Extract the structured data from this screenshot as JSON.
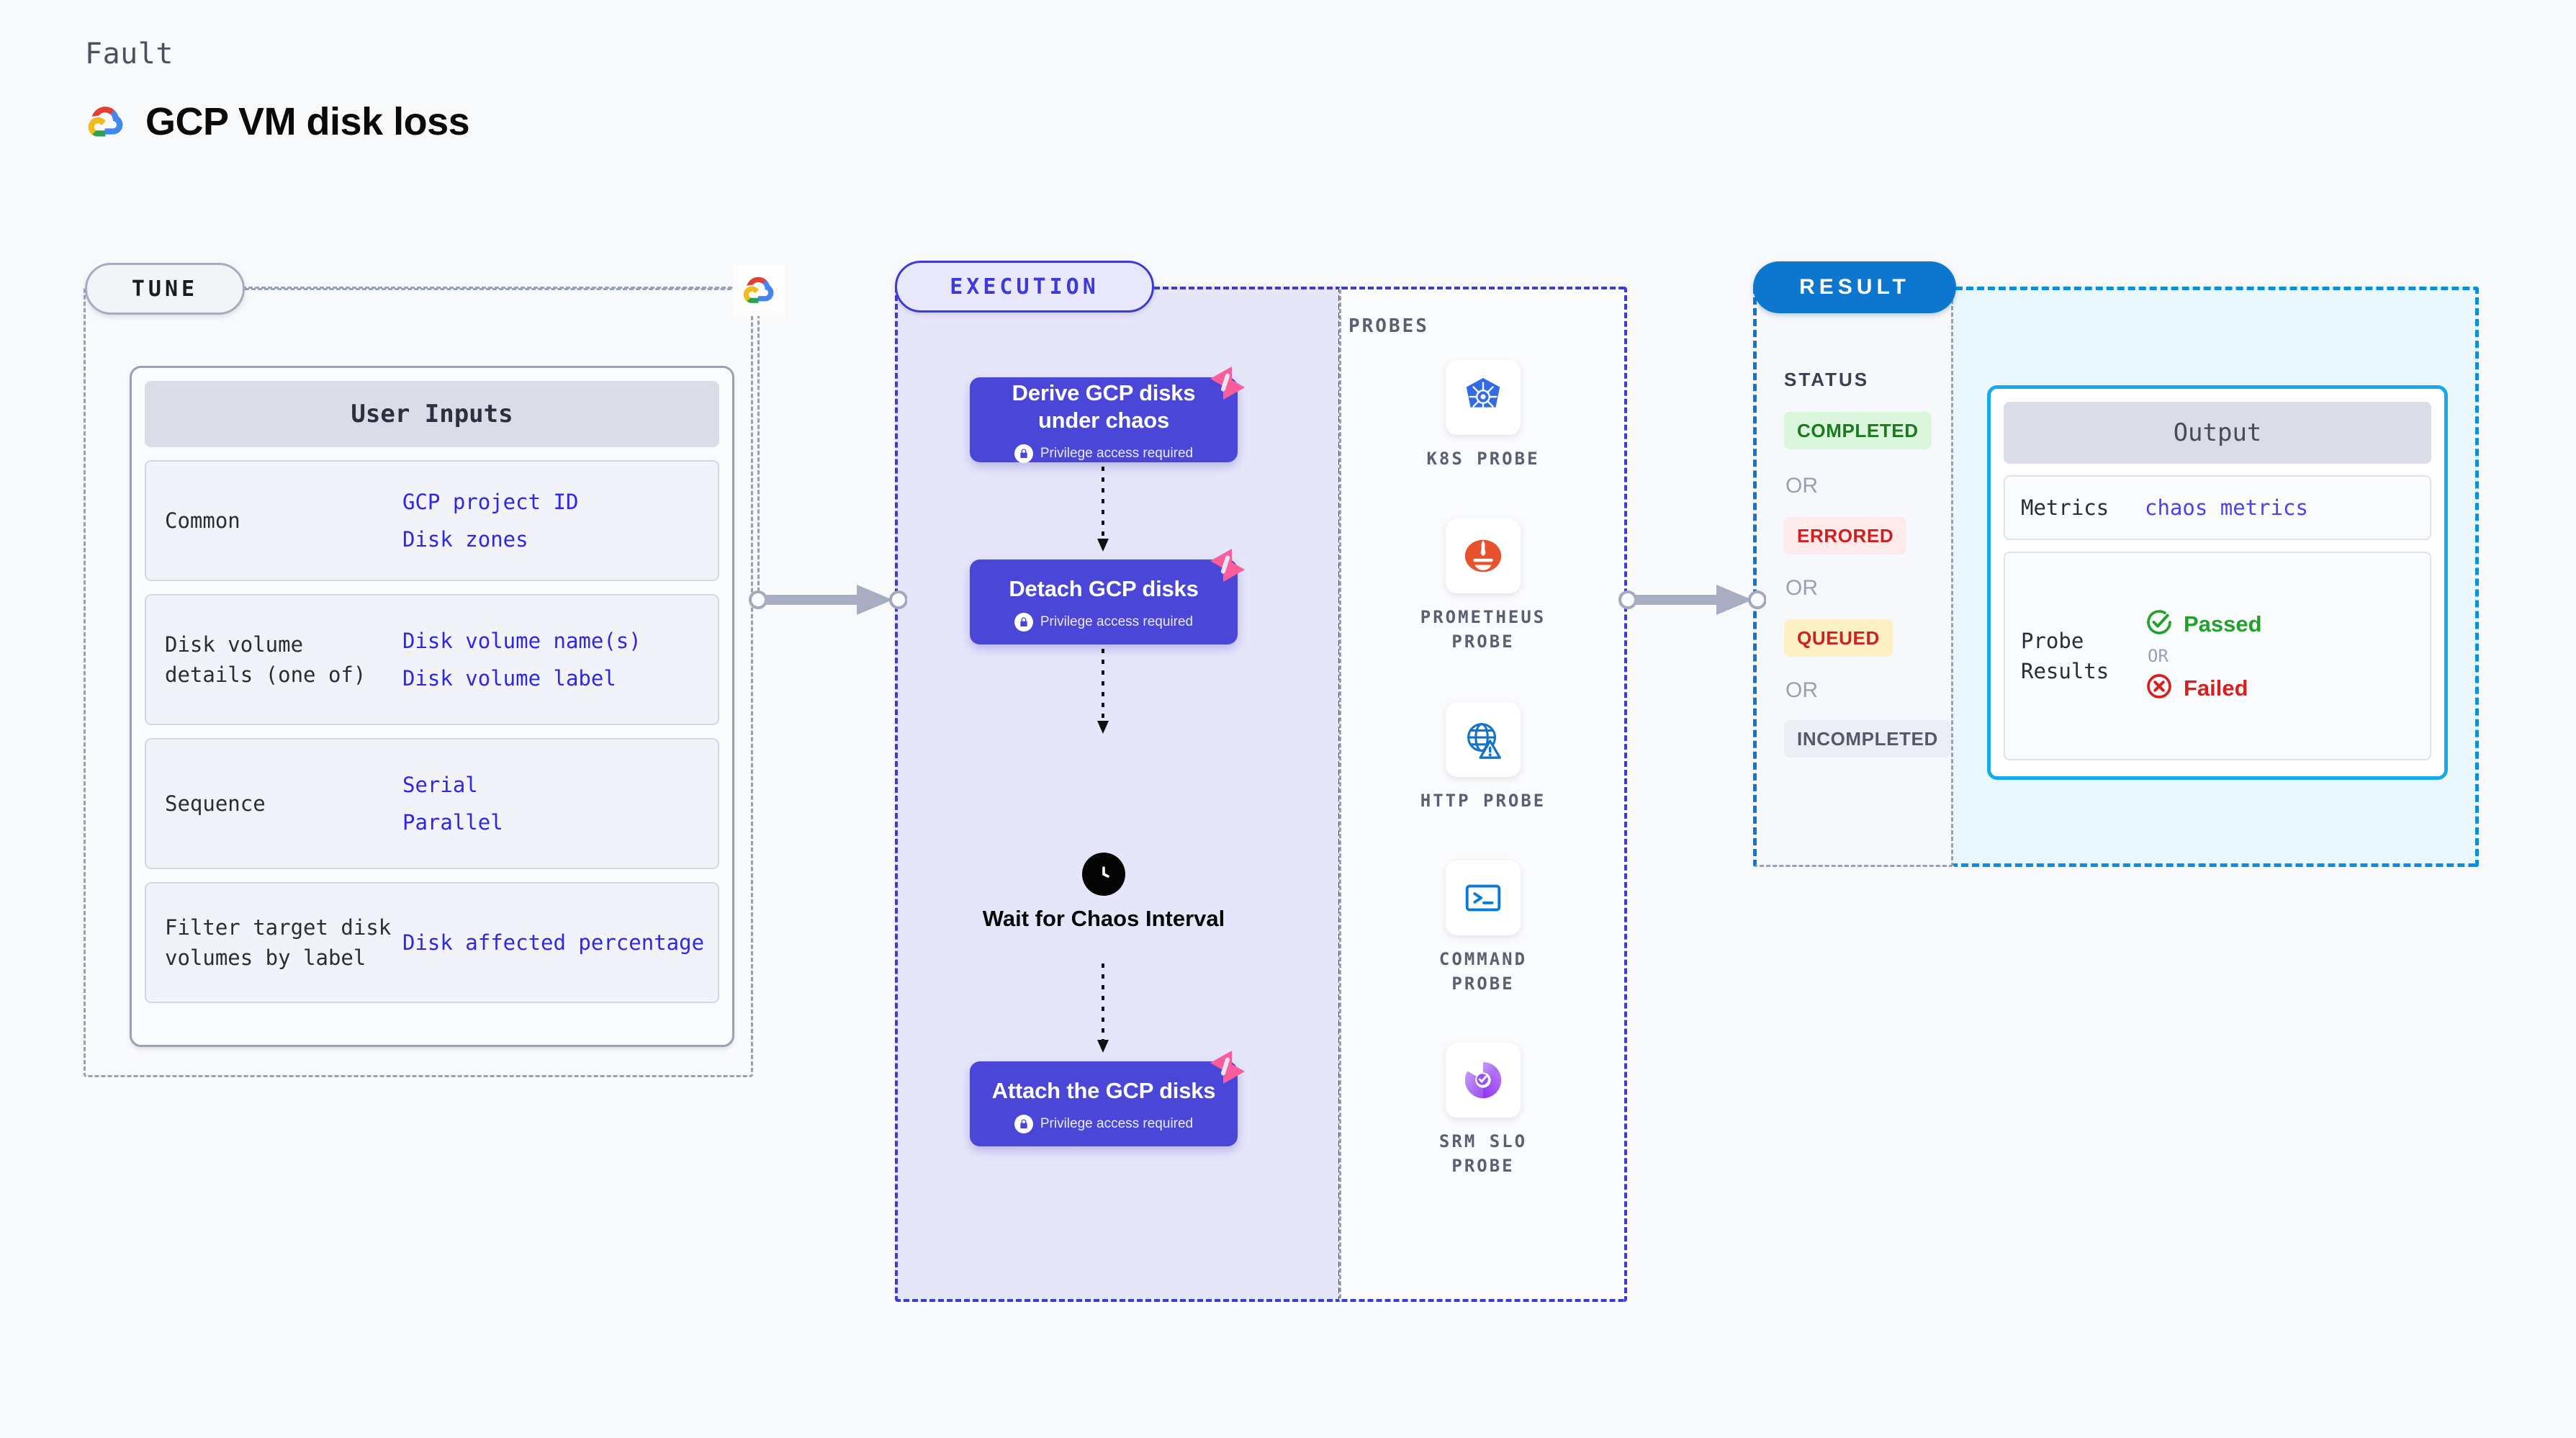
{
  "header": {
    "eyebrow": "Fault",
    "title": "GCP VM disk loss",
    "logo_icon": "gcp-cloud-logo"
  },
  "tune": {
    "pill_label": "TUNE",
    "provider_icon": "gcp-cloud-logo",
    "card_title": "User Inputs",
    "rows": [
      {
        "label": "Common",
        "values": [
          "GCP project ID",
          "Disk zones"
        ]
      },
      {
        "label": "Disk volume details (one of)",
        "values": [
          "Disk volume name(s)",
          "Disk volume label"
        ]
      },
      {
        "label": "Sequence",
        "values": [
          "Serial",
          "Parallel"
        ]
      },
      {
        "label": "Filter target disk volumes by label",
        "values": [
          "Disk affected percentage"
        ]
      }
    ]
  },
  "execution": {
    "pill_label": "EXECUTION",
    "steps": [
      {
        "title": "Derive GCP disks under chaos",
        "privilege": "Privilege access required",
        "badge_icon": "litmus-chaos-icon",
        "lock_icon": "lock-icon"
      },
      {
        "title": "Detach GCP disks",
        "privilege": "Privilege access required",
        "badge_icon": "litmus-chaos-icon",
        "lock_icon": "lock-icon"
      },
      {
        "title": "Attach the GCP disks",
        "privilege": "Privilege access required",
        "badge_icon": "litmus-chaos-icon",
        "lock_icon": "lock-icon"
      }
    ],
    "wait_node": {
      "label": "Wait for Chaos Interval",
      "icon": "clock-icon"
    }
  },
  "probes": {
    "title": "PROBES",
    "items": [
      {
        "label": "K8S PROBE",
        "icon": "kubernetes-icon"
      },
      {
        "label": "PROMETHEUS PROBE",
        "icon": "prometheus-icon"
      },
      {
        "label": "HTTP PROBE",
        "icon": "http-globe-warning-icon"
      },
      {
        "label": "COMMAND PROBE",
        "icon": "terminal-icon"
      },
      {
        "label": "SRM SLO PROBE",
        "icon": "srm-slo-icon"
      }
    ]
  },
  "result": {
    "pill_label": "RESULT",
    "status_title": "STATUS",
    "or_label": "OR",
    "statuses": [
      {
        "label": "COMPLETED",
        "bg": "#dcf5dd",
        "fg": "#1a7a1e"
      },
      {
        "label": "ERRORED",
        "bg": "#fdeaea",
        "fg": "#cf2020"
      },
      {
        "label": "QUEUED",
        "bg": "#fdf0c4",
        "fg": "#cc2222"
      },
      {
        "label": "INCOMPLETED",
        "bg": "#eceef5",
        "fg": "#545a6c"
      }
    ],
    "output": {
      "card_title": "Output",
      "metrics_label": "Metrics",
      "metrics_value": "chaos metrics",
      "probe_results_label": "Probe Results",
      "passed_label": "Passed",
      "failed_label": "Failed",
      "or_label": "OR",
      "passed_icon": "check-circle-icon",
      "failed_icon": "x-circle-icon"
    }
  },
  "colors": {
    "execution_accent": "#4a46d8",
    "result_accent": "#0d77d0",
    "output_accent": "#17a9e8",
    "link_blue": "#2f26e8",
    "litmus_pink": "#fb5d9a"
  }
}
